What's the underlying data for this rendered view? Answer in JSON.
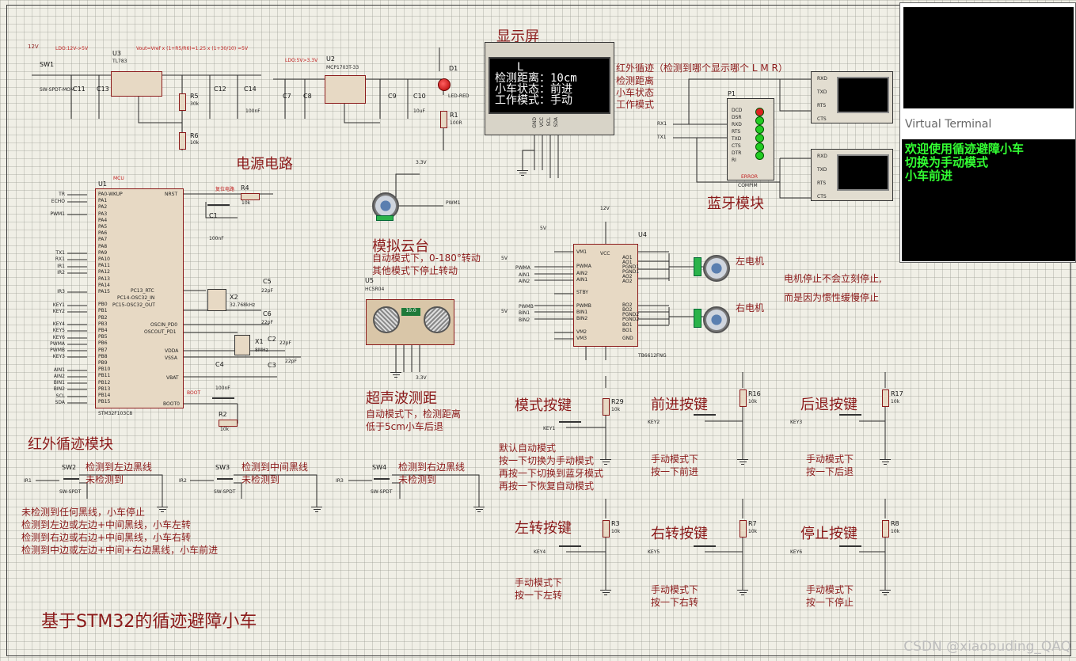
{
  "sheet": {
    "title": "基于STM32的循迹避障小车"
  },
  "sections": {
    "power": "电源电路",
    "display": "显示屏",
    "ir_tracking": "红外循迹模块",
    "servo": "模拟云台",
    "ultrasonic": "超声波测距",
    "bluetooth": "蓝牙模块",
    "mode_key": "模式按键",
    "forward_key": "前进按键",
    "backward_key": "后退按键",
    "left_key": "左转按键",
    "right_key": "右转按键",
    "stop_key": "停止按键",
    "left_motor": "左电机",
    "right_motor": "右电机"
  },
  "notes": {
    "ir_display": "红外循迹（检测到哪个显示哪个 L M R）",
    "display_items": [
      "检测距离",
      "小车状态",
      "工作模式"
    ],
    "servo": [
      "自动模式下，0-180°转动",
      "其他模式下停止转动"
    ],
    "ultrasonic": [
      "自动模式下，检测距离",
      "低于5cm小车后退"
    ],
    "motor": [
      "电机停止不会立刻停止,",
      "而是因为惯性缓慢停止"
    ],
    "mode_key": [
      "默认自动模式",
      "按一下切换为手动模式",
      "再按一下切换到蓝牙模式",
      "再按一下恢复自动模式"
    ],
    "forward_key": [
      "手动模式下",
      "按一下前进"
    ],
    "backward_key": [
      "手动模式下",
      "按一下后退"
    ],
    "left_key": [
      "手动模式下",
      "按一下左转"
    ],
    "right_key": [
      "手动模式下",
      "按一下右转"
    ],
    "stop_key": [
      "手动模式下",
      "按一下停止"
    ],
    "ir_logic": [
      "未检测到任何黑线，小车停止",
      "检测到左边或左边+中间黑线，小车左转",
      "检测到右边或右边+中间黑线，小车右转",
      "检测到中边或左边+中间+右边黑线，小车前进"
    ],
    "sw2_on": "检测到左边黑线",
    "sw3_on": "检测到中间黑线",
    "sw4_on": "检测到右边黑线",
    "sw_off": "未检测到"
  },
  "lcd": {
    "lines": [
      "L",
      "检测距离：10cm",
      "小车状态：前进",
      "工作模式：手动"
    ],
    "pins": [
      "GND",
      "VCC",
      "SCL",
      "SDA"
    ]
  },
  "terminal": {
    "title": "Virtual Terminal",
    "lines": [
      "欢迎使用循迹避障小车",
      "切换为手动模式",
      "小车前进"
    ],
    "pins": [
      "RXD",
      "TXD",
      "RTS",
      "CTS"
    ]
  },
  "components": {
    "sw1": "SW1",
    "sw1_type": "SW-SPDT-MOM",
    "u3": "U3",
    "u3_part": "TL783",
    "u3_note": "Vout=Vref x (1+R5/R6)=1.25 x (1+30/10) =5V",
    "ldo12": "LDO:12V->5V",
    "ldo5": "LDO:5V>3.3V",
    "u2": "U2",
    "u2_part": "MCP1703T-33",
    "d1": "D1",
    "d1_part": "LED-RED",
    "r1": "R1",
    "r1_val": "100R",
    "r5": "R5",
    "r5_val": "30k",
    "r6": "R6",
    "r6_val": "10k",
    "c11": "C11",
    "c13": "C13",
    "c12": "C12",
    "c14": "C14",
    "c7": "C7",
    "c8": "C8",
    "c9": "C9",
    "c10": "C10",
    "cap100nf": "100nF",
    "cap10uf": "10uF",
    "u1": "U1",
    "u1_part": "STM32F103C8",
    "mcu": "MCU",
    "r4": "R4",
    "r4_val": "10k",
    "c1": "C1",
    "x2": "X2",
    "x2_val": "32.768kHz",
    "x1": "X1",
    "x1_val": "8MHz",
    "c2": "C2",
    "c3": "C3",
    "c4": "C4",
    "c5": "C5",
    "c6": "C6",
    "cap22pf": "22pF",
    "r2": "R2",
    "r2_val": "10k",
    "boot": "BOOT",
    "reset_label": "复位电路",
    "u5": "U5",
    "u5_part": "HCSR04",
    "u4": "U4",
    "u4_part": "TB6612FNG",
    "p1": "P1",
    "p1_part": "COMPIM",
    "sw2": "SW2",
    "sw3": "SW3",
    "sw4": "SW4",
    "spdt": "SW-SPDT",
    "r29": "R29",
    "r16": "R16",
    "r17": "R17",
    "r3": "R3",
    "r7": "R7",
    "r8": "R8",
    "r10k": "10k",
    "pwm1": "PWM1",
    "v33": "3.3V",
    "v5": "5V",
    "v12": "12V"
  },
  "mcu_pins_left": [
    "TR",
    "ECHO",
    "PWM1",
    "TX1",
    "RX1",
    "IR1",
    "IR2",
    "IR3",
    "KEY1",
    "KEY2",
    "KEY4",
    "KEY5",
    "KEY6",
    "PWMA",
    "PWMB",
    "KEY3",
    "AIN1",
    "AIN2",
    "BIN1",
    "BIN2",
    "SCL",
    "SDA"
  ],
  "mcu_pin_names": [
    "PA0-WKUP",
    "PA1",
    "PA2",
    "PA3",
    "PA4",
    "PA5",
    "PA6",
    "PA7",
    "PA8",
    "PA9",
    "PA10",
    "PA11",
    "PA12",
    "PA13",
    "PA14",
    "PA15",
    "PB0",
    "PB1",
    "PB2",
    "PB3",
    "PB4",
    "PB5",
    "PB6",
    "PB7",
    "PB8",
    "PB9",
    "PB10",
    "PB11",
    "PB12",
    "PB13",
    "PB14",
    "PB15"
  ],
  "tb6612_pins_left": [
    "VM1",
    "PWMA",
    "AIN2",
    "AIN1",
    "STBY",
    "PWMB",
    "BIN1",
    "BIN2",
    "VM2",
    "VM3"
  ],
  "tb6612_pins_right": [
    "VCC",
    "AO1",
    "AO1",
    "PGND1",
    "PGND1",
    "AO2",
    "AO2",
    "BO2",
    "BO2",
    "PGND2",
    "PGND2",
    "BO1",
    "BO1",
    "GND"
  ],
  "watermark": "CSDN @xiaobuding_QAQ"
}
